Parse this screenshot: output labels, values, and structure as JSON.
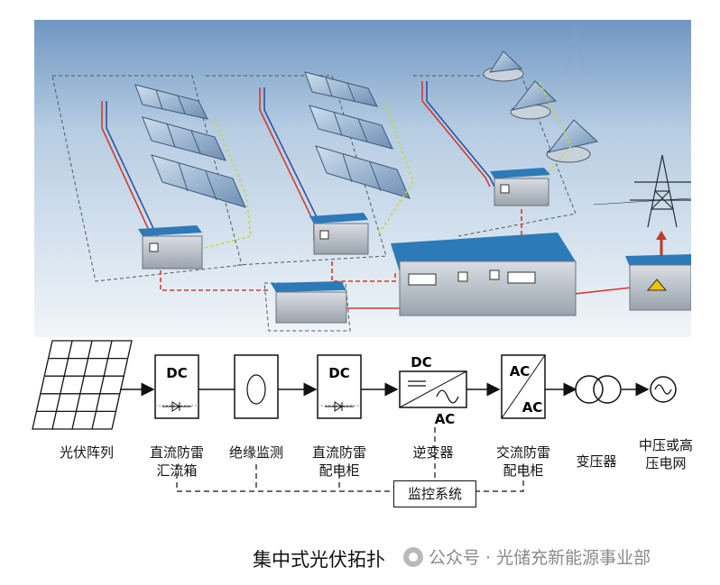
{
  "diagram": {
    "box_dc_1": "DC",
    "box_dc_2": "DC",
    "inverter_dc": "DC",
    "inverter_ac": "AC",
    "ac_cabinet_top": "AC",
    "ac_cabinet_bottom": "AC",
    "monitor": "监控系统",
    "labels": {
      "pv_array": "光伏阵列",
      "dc_combiner": "直流防雷\n汇流箱",
      "insulation": "绝缘监测",
      "dc_cabinet": "直流防雷\n配电柜",
      "inverter": "逆变器",
      "ac_cabinet": "交流防雷\n配电柜",
      "transformer": "变压器",
      "grid": "中压或高\n压电网"
    }
  },
  "caption": "集中式光伏拓扑",
  "watermark": "公众号 · 光储充新能源事业部",
  "colors": {
    "roof": "#2d7ab8",
    "sky_top": "#6f97c4",
    "sky_bottom": "#eef3f8",
    "dc_red": "#d13b2c",
    "dc_blue": "#2f53a6",
    "signal_green": "#c9d43a"
  }
}
